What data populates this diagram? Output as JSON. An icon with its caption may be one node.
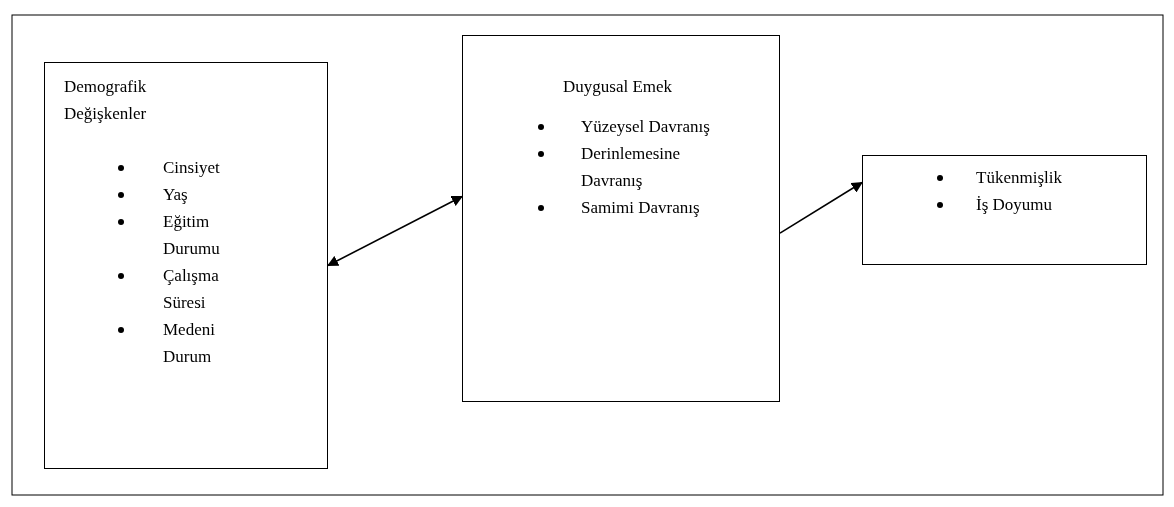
{
  "diagram": {
    "nodes": [
      {
        "text": [
          "Demografik Değişkenler",
          "Cinsiyet",
          "Yaş",
          "Eğitim Durumu",
          "Çalışma Süresi",
          "Medeni Durum"
        ]
      },
      {
        "text": [
          "Duygusal Emek",
          "Yüzeysel Davranış",
          "Derinlemesine Davranış",
          "Samimi Davranış"
        ]
      },
      {
        "text": [
          "Tükenmişlik",
          "İş Doyumu"
        ]
      }
    ],
    "edges": [
      {
        "from": 0,
        "to": 1,
        "arrow": "both"
      },
      {
        "from": 1,
        "to": 2,
        "arrow": "to"
      }
    ]
  }
}
